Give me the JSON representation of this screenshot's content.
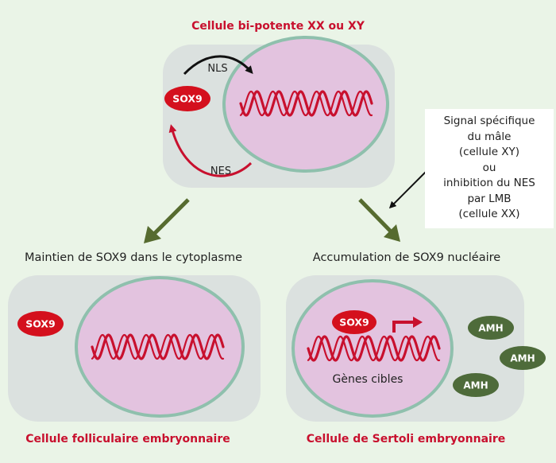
{
  "colors": {
    "background": "#eaf4e7",
    "cell": "#dbe1df",
    "nucleus_fill": "#e3c3df",
    "nucleus_border": "#8fc0ad",
    "dna": "#c8102e",
    "sox9": "#d4101d",
    "amh": "#4e6b3a",
    "arrow_green": "#566b2f",
    "nes_arrow": "#c8102e",
    "nls_arrow": "#111111"
  },
  "top": {
    "title": "Cellule bi-potente XX ou XY",
    "sox9_label": "SOX9",
    "nls_label": "NLS",
    "nes_label": "NES"
  },
  "signal_box": {
    "lines": [
      "Signal spécifique",
      "du mâle",
      "(cellule XY)",
      "ou",
      "inhibition du NES",
      "par LMB",
      "(cellule XX)"
    ]
  },
  "left": {
    "caption": "Maintien de SOX9 dans le cytoplasme",
    "sox9_label": "SOX9",
    "title": "Cellule folliculaire embryonnaire"
  },
  "right": {
    "caption": "Accumulation de SOX9 nucléaire",
    "sox9_label": "SOX9",
    "genes_label": "Gènes cibles",
    "amh_labels": [
      "AMH",
      "AMH",
      "AMH"
    ],
    "title": "Cellule de Sertoli embryonnaire"
  }
}
